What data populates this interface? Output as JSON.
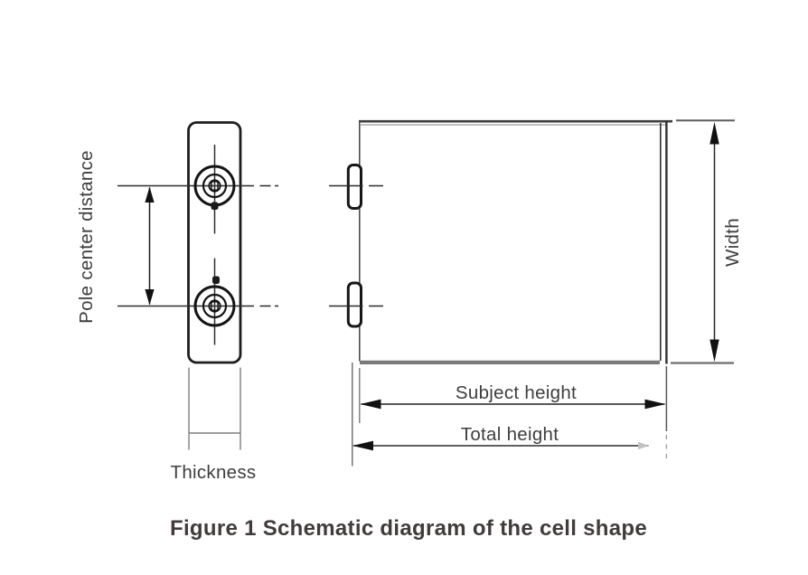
{
  "figure": {
    "caption": "Figure 1 Schematic diagram of the cell shape",
    "labels": {
      "pole_center_distance": "Pole center distance",
      "thickness": "Thickness",
      "width": "Width",
      "subject_height": "Subject height",
      "total_height": "Total height"
    },
    "colors": {
      "background": "#ffffff",
      "line_dark": "#1d1d1d",
      "line_medium": "#2c2c2c",
      "line_gray": "#7b7b7b",
      "line_light_gray": "#9c9c9c",
      "text": "#3e3e3e",
      "caption_text": "#403c3b"
    }
  }
}
